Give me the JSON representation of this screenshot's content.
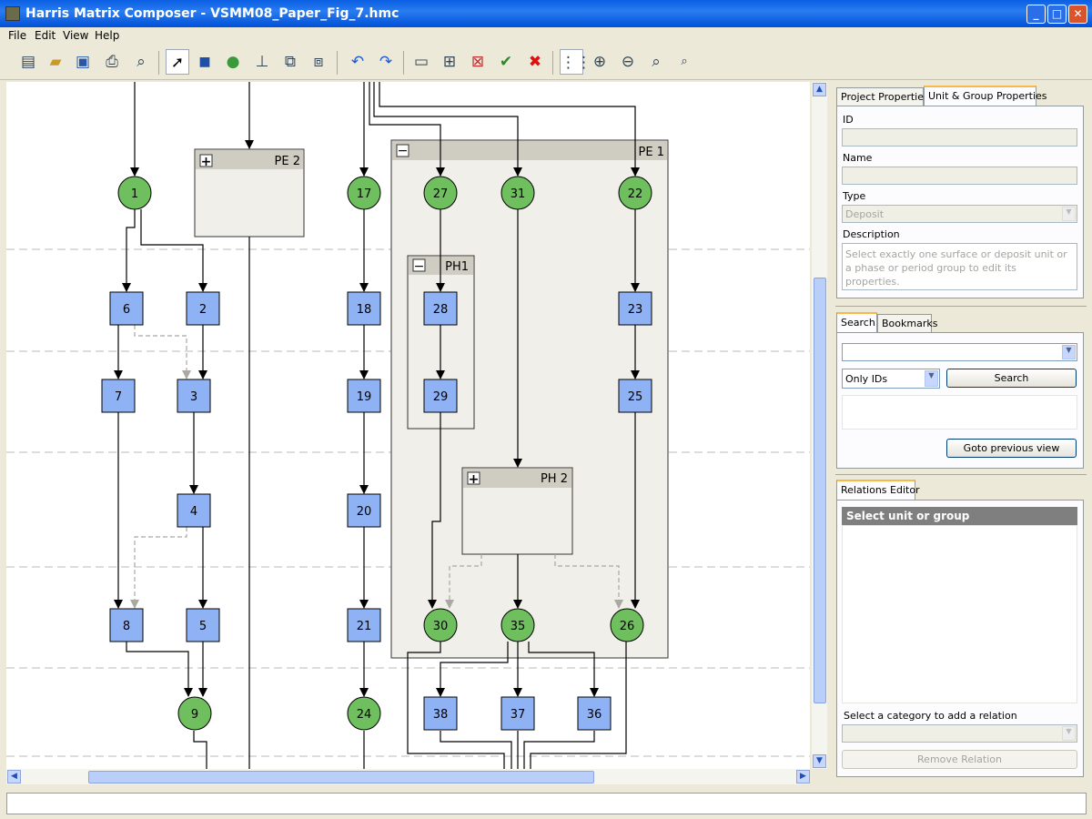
{
  "window": {
    "title": "Harris Matrix Composer - VSMM08_Paper_Fig_7.hmc",
    "minimize": "_",
    "maximize": "□",
    "close": "✕"
  },
  "menu": [
    "File",
    "Edit",
    "View",
    "Help"
  ],
  "toolbar_icons": [
    "new-matrix-icon",
    "open-icon",
    "save-icon",
    "print-icon",
    "print-preview-icon",
    "select-pointer-icon",
    "deposit-unit-icon",
    "surface-unit-icon",
    "add-relation-icon",
    "add-phase-icon",
    "add-period-icon",
    "undo-icon",
    "redo-icon",
    "layout-horizontal-icon",
    "layout-tree-icon",
    "check-relations-icon",
    "validate-icon",
    "delete-icon",
    "grid-icon",
    "zoom-in-icon",
    "zoom-out-icon",
    "zoom-fit-icon",
    "zoom-100-icon"
  ],
  "matrix": {
    "groups": [
      {
        "id": "pe2",
        "label": "PE 2",
        "toggle": "+"
      },
      {
        "id": "pe1",
        "label": "PE 1",
        "toggle": "−"
      },
      {
        "id": "ph1",
        "label": "PH1",
        "toggle": "−"
      },
      {
        "id": "ph2",
        "label": "PH 2",
        "toggle": "+"
      }
    ],
    "surfaces": [
      "1",
      "17",
      "27",
      "31",
      "22",
      "9",
      "24",
      "30",
      "35",
      "26"
    ],
    "deposits": [
      "6",
      "2",
      "18",
      "28",
      "23",
      "7",
      "3",
      "19",
      "29",
      "25",
      "4",
      "20",
      "8",
      "5",
      "21",
      "38",
      "37",
      "36"
    ]
  },
  "project_tab": "Project Properties",
  "unit_tab": "Unit & Group Properties",
  "props": {
    "id_label": "ID",
    "name_label": "Name",
    "type_label": "Type",
    "type_value": "Deposit",
    "desc_label": "Description",
    "desc_placeholder": "Select exactly one surface or deposit unit or a phase or period group to edit its properties."
  },
  "search_tab": "Search",
  "bookmarks_tab": "Bookmarks",
  "search": {
    "mode": "Only IDs",
    "button": "Search",
    "goto": "Goto previous view"
  },
  "relations_tab": "Relations Editor",
  "relations": {
    "header": "Select unit or group",
    "category_label": "Select a category to add a relation",
    "remove": "Remove Relation"
  },
  "colors": {
    "surface": "#6fbf5f",
    "deposit": "#8fb2f5",
    "group_fill": "#f0efea",
    "group_header": "#cfccc2"
  }
}
